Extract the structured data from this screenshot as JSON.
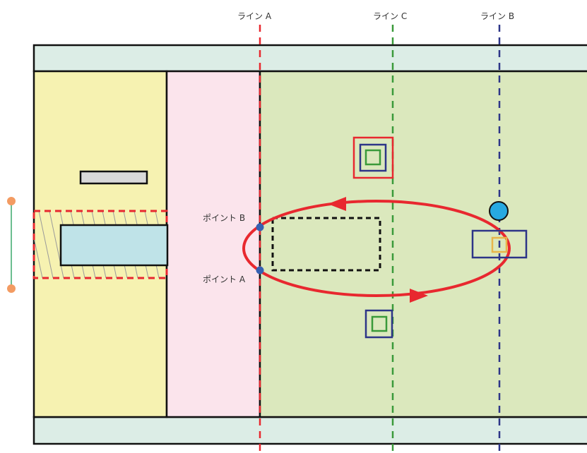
{
  "labels": {
    "line_a": "ライン A",
    "line_b": "ライン B",
    "line_c": "ライン C",
    "point_a": "ポイント A",
    "point_b": "ポイント B"
  },
  "colors": {
    "background": "#ffffff",
    "top_bottom_band": "#dcede6",
    "yellow_zone": "#f6f2b1",
    "pink_zone": "#fbe4ec",
    "green_zone": "#dbe8bd",
    "outline": "#111111",
    "line_a": "#e8282f",
    "line_b": "#2d3588",
    "line_c": "#3a9a3a",
    "loop": "#e8282f",
    "point": "#3561b3",
    "circle_marker": "#27a9e1",
    "side_marker": "#f39b62",
    "side_line": "#3aa86a",
    "gray_bar": "#d9d9d9",
    "cyan_block": "#bfe3e8",
    "small_square_orange": "#e8b54a"
  },
  "icons": {
    "loop_arrows": "clockwise-arrows",
    "circle_marker": "filled-circle",
    "side_markers": "endpoint-dots"
  }
}
